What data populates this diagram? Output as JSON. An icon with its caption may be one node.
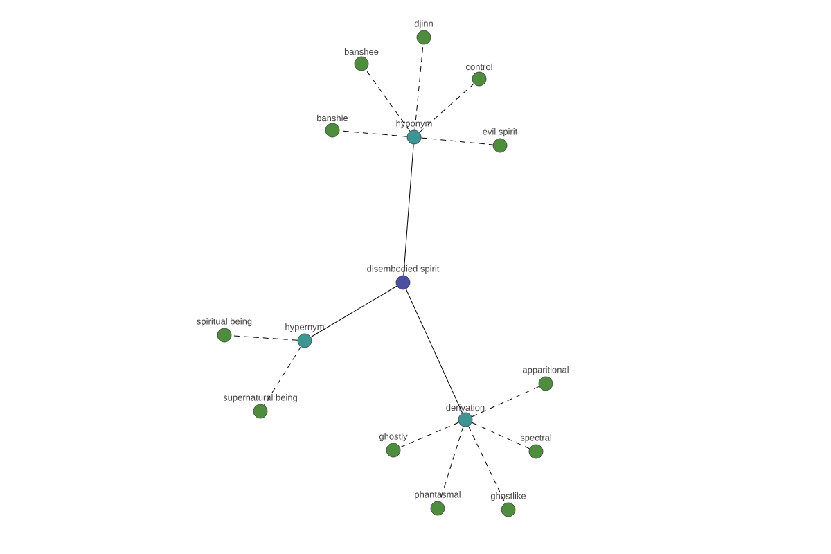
{
  "diagram": {
    "nodes": [
      {
        "text": [
          "disembodied spirit"
        ]
      },
      {
        "text": [
          "hyponym"
        ]
      },
      {
        "text": [
          "banshee"
        ]
      },
      {
        "text": [
          "djinn"
        ]
      },
      {
        "text": [
          "control"
        ]
      },
      {
        "text": [
          "banshie"
        ]
      },
      {
        "text": [
          "evil spirit"
        ]
      },
      {
        "text": [
          "hypernym"
        ]
      },
      {
        "text": [
          "spiritual being"
        ]
      },
      {
        "text": [
          "supernatural being"
        ]
      },
      {
        "text": [
          "derivation"
        ]
      },
      {
        "text": [
          "apparitional"
        ]
      },
      {
        "text": [
          "ghostly"
        ]
      },
      {
        "text": [
          "spectral"
        ]
      },
      {
        "text": [
          "phantasmal"
        ]
      },
      {
        "text": [
          "ghostlike"
        ]
      }
    ],
    "edges": [
      {
        "from": 0,
        "to": 1,
        "arrow": "none"
      },
      {
        "from": 0,
        "to": 7,
        "arrow": "none"
      },
      {
        "from": 0,
        "to": 10,
        "arrow": "none"
      },
      {
        "from": 1,
        "to": 2,
        "arrow": "none",
        "style": "dashed"
      },
      {
        "from": 1,
        "to": 3,
        "arrow": "none",
        "style": "dashed"
      },
      {
        "from": 1,
        "to": 4,
        "arrow": "none",
        "style": "dashed"
      },
      {
        "from": 1,
        "to": 5,
        "arrow": "none",
        "style": "dashed"
      },
      {
        "from": 1,
        "to": 6,
        "arrow": "none",
        "style": "dashed"
      },
      {
        "from": 7,
        "to": 8,
        "arrow": "none",
        "style": "dashed"
      },
      {
        "from": 7,
        "to": 9,
        "arrow": "none",
        "style": "dashed"
      },
      {
        "from": 10,
        "to": 11,
        "arrow": "none",
        "style": "dashed"
      },
      {
        "from": 10,
        "to": 12,
        "arrow": "none",
        "style": "dashed"
      },
      {
        "from": 10,
        "to": 13,
        "arrow": "none",
        "style": "dashed"
      },
      {
        "from": 10,
        "to": 14,
        "arrow": "none",
        "style": "dashed"
      },
      {
        "from": 10,
        "to": 15,
        "arrow": "none",
        "style": "dashed"
      }
    ]
  }
}
